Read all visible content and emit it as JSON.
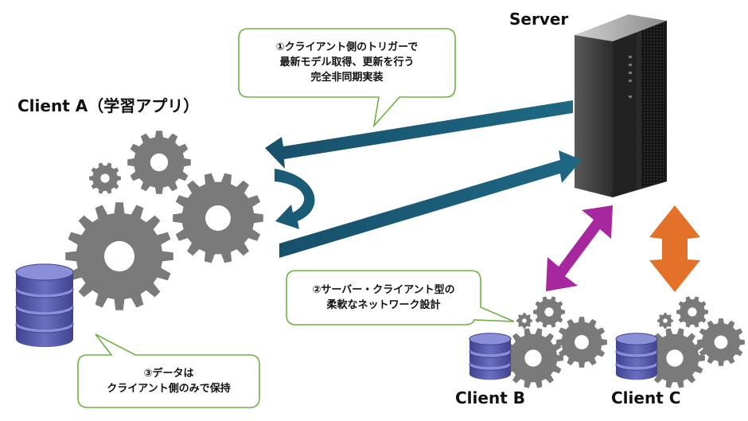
{
  "labels": {
    "server": "Server",
    "client_a": "Client A（学習アプリ）",
    "client_b": "Client B",
    "client_c": "Client C"
  },
  "callouts": {
    "sync": {
      "lines": [
        "①クライアント側のトリガーで",
        "最新モデル取得、更新を行う",
        "完全非同期実装"
      ]
    },
    "architecture": {
      "lines": [
        "②サーバー・クライアント型の",
        "柔軟なネットワーク設計"
      ]
    },
    "data": {
      "lines": [
        "③データは",
        "クライアント側のみで保持"
      ]
    }
  },
  "colors": {
    "gear": "#7a7a7a",
    "database": "#5358a4",
    "server_client_arrow": "#1a5c76",
    "client_b_arrow": "#a6279e",
    "client_c_arrow": "#e4712a",
    "callout_border": "#6db343"
  },
  "icons": [
    "gear-icon",
    "database-icon",
    "server-icon",
    "double-arrow-icon",
    "curved-arrow-icon"
  ]
}
